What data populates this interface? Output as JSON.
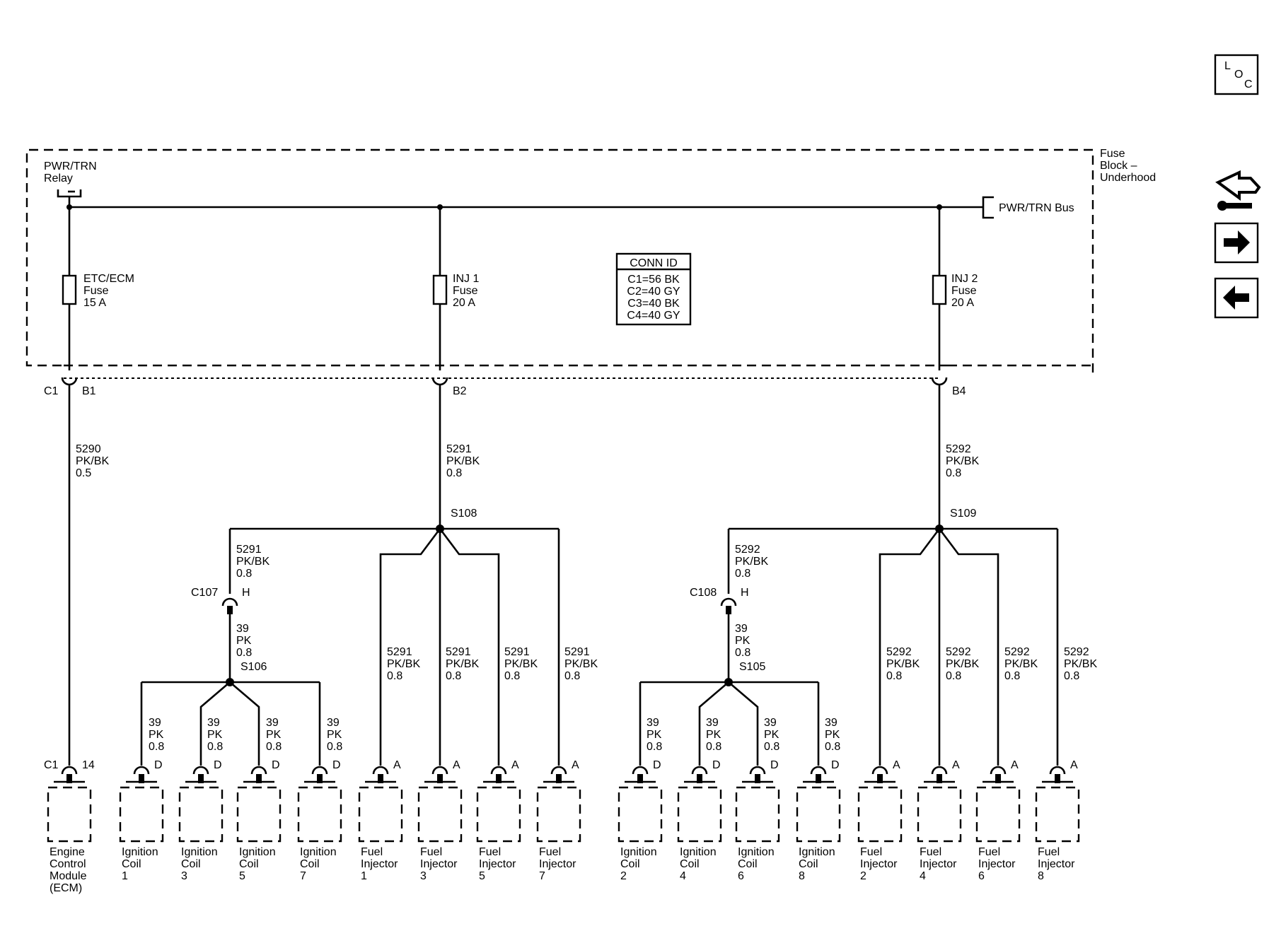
{
  "fuse_block": {
    "line1": "Fuse",
    "line2": "Block –",
    "line3": "Underhood"
  },
  "relay": {
    "line1": "PWR/TRN",
    "line2": "Relay"
  },
  "bus_label": "PWR/TRN Bus",
  "fuses": [
    {
      "line1": "ETC/ECM",
      "line2": "Fuse",
      "line3": "15 A"
    },
    {
      "line1": "INJ 1",
      "line2": "Fuse",
      "line3": "20 A"
    },
    {
      "line1": "INJ 2",
      "line2": "Fuse",
      "line3": "20 A"
    }
  ],
  "conn_id": {
    "title": "CONN ID",
    "rows": [
      "C1=56 BK",
      "C2=40 GY",
      "C3=40 BK",
      "C4=40 GY"
    ]
  },
  "top_connectors": {
    "c1": "C1",
    "b1": "B1",
    "b2": "B2",
    "b4": "B4"
  },
  "wires_top": [
    {
      "num": "5290",
      "color": "PK/BK",
      "size": "0.5"
    },
    {
      "num": "5291",
      "color": "PK/BK",
      "size": "0.8"
    },
    {
      "num": "5292",
      "color": "PK/BK",
      "size": "0.8"
    }
  ],
  "splices": {
    "s108": "S108",
    "s109": "S109",
    "s106": "S106",
    "s105": "S105"
  },
  "inline_connectors": {
    "c107": "C107",
    "c108": "C108",
    "pin_h": "H"
  },
  "wires_mid": [
    {
      "num": "5291",
      "color": "PK/BK",
      "size": "0.8"
    },
    {
      "num": "39",
      "color": "PK",
      "size": "0.8"
    },
    {
      "num": "5292",
      "color": "PK/BK",
      "size": "0.8"
    },
    {
      "num": "39",
      "color": "PK",
      "size": "0.8"
    }
  ],
  "drops": {
    "coil": {
      "num": "39",
      "color": "PK",
      "size": "0.8"
    },
    "injector_left": {
      "num": "5291",
      "color": "PK/BK",
      "size": "0.8"
    },
    "injector_right": {
      "num": "5292",
      "color": "PK/BK",
      "size": "0.8"
    }
  },
  "ecm_connector": {
    "c1": "C1",
    "pin": "14"
  },
  "pins": {
    "coil": "D",
    "injector": "A"
  },
  "components": [
    {
      "l1": "Engine",
      "l2": "Control",
      "l3": "Module",
      "l4": "(ECM)"
    },
    {
      "l1": "Ignition",
      "l2": "Coil",
      "l3": "1"
    },
    {
      "l1": "Ignition",
      "l2": "Coil",
      "l3": "3"
    },
    {
      "l1": "Ignition",
      "l2": "Coil",
      "l3": "5"
    },
    {
      "l1": "Ignition",
      "l2": "Coil",
      "l3": "7"
    },
    {
      "l1": "Fuel",
      "l2": "Injector",
      "l3": "1"
    },
    {
      "l1": "Fuel",
      "l2": "Injector",
      "l3": "3"
    },
    {
      "l1": "Fuel",
      "l2": "Injector",
      "l3": "5"
    },
    {
      "l1": "Fuel",
      "l2": "Injector",
      "l3": "7"
    },
    {
      "l1": "Ignition",
      "l2": "Coil",
      "l3": "2"
    },
    {
      "l1": "Ignition",
      "l2": "Coil",
      "l3": "4"
    },
    {
      "l1": "Ignition",
      "l2": "Coil",
      "l3": "6"
    },
    {
      "l1": "Ignition",
      "l2": "Coil",
      "l3": "8"
    },
    {
      "l1": "Fuel",
      "l2": "Injector",
      "l3": "2"
    },
    {
      "l1": "Fuel",
      "l2": "Injector",
      "l3": "4"
    },
    {
      "l1": "Fuel",
      "l2": "Injector",
      "l3": "6"
    },
    {
      "l1": "Fuel",
      "l2": "Injector",
      "l3": "8"
    }
  ],
  "nav": {
    "loc": {
      "l": "L",
      "o": "O",
      "c": "C"
    },
    "icons": [
      "connector-view-icon",
      "arrow-right-icon",
      "arrow-left-icon"
    ]
  }
}
